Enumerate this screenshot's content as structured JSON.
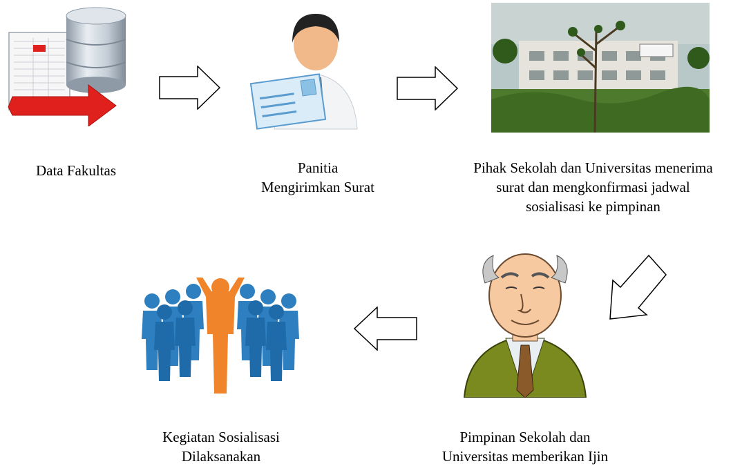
{
  "nodes": {
    "faculty_data": {
      "caption": [
        "Data Fakultas"
      ],
      "icon": "database-document-icon"
    },
    "committee_letter": {
      "caption": [
        "Panitia",
        "Mengirimkan Surat"
      ],
      "icon": "person-with-envelope-icon"
    },
    "school_confirms": {
      "caption": [
        "Pihak Sekolah dan Universitas menerima",
        "surat dan mengkonfirmasi jadwal",
        "sosialisasi ke pimpinan"
      ],
      "icon": "campus-building-photo"
    },
    "leader_permits": {
      "caption": [
        "Pimpinan Sekolah dan",
        "Universitas memberikan Ijin"
      ],
      "icon": "elderly-leader-icon"
    },
    "socialization": {
      "caption": [
        "Kegiatan Sosialisasi",
        "Dilaksanakan"
      ],
      "icon": "people-group-icon"
    }
  },
  "arrows": [
    "right-arrow-icon",
    "right-arrow-icon",
    "down-left-arrow-icon",
    "left-arrow-icon"
  ],
  "colors": {
    "arrow_stroke": "#000000",
    "arrow_fill": "#ffffff",
    "db_arrow": "#e0201c",
    "group_blue": "#2d7fc0",
    "group_orange": "#f0842a",
    "suit_green": "#7a8a1e"
  }
}
